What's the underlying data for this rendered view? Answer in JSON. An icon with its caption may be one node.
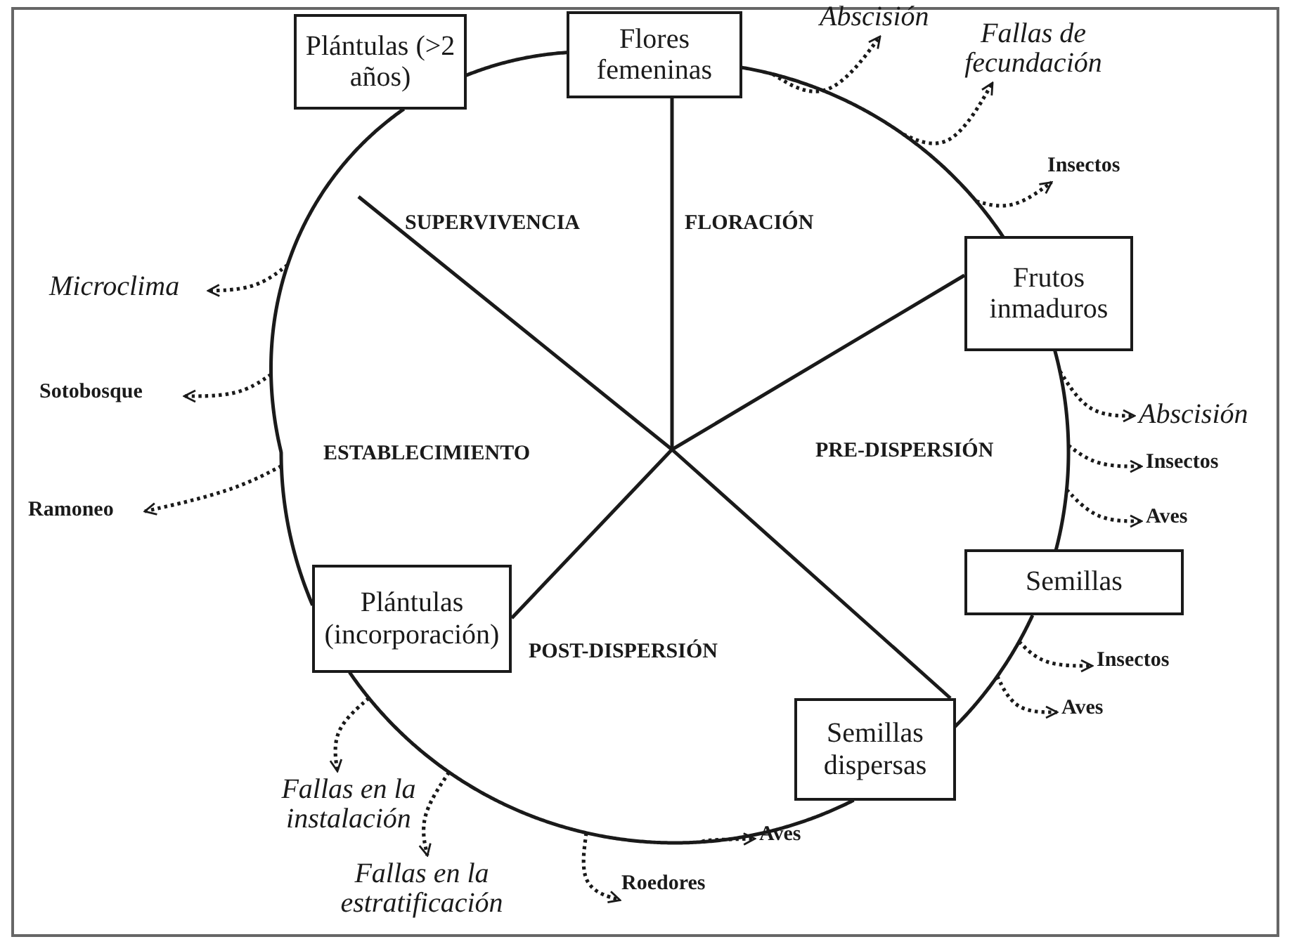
{
  "diagram": {
    "nodes": [
      {
        "text": [
          "Plántulas (>2 años)"
        ]
      },
      {
        "text": [
          "Flores femeninas"
        ]
      },
      {
        "text": [
          "Frutos inmaduros"
        ]
      },
      {
        "text": [
          "Semillas"
        ]
      },
      {
        "text": [
          "Semillas dispersas"
        ]
      },
      {
        "text": [
          "Plántulas (incorporación)"
        ]
      },
      {
        "text": [
          "Abscisión"
        ]
      },
      {
        "text": [
          "Fallas de fecundación"
        ]
      },
      {
        "text": [
          "Insectos"
        ]
      },
      {
        "text": [
          "Abscisión"
        ]
      },
      {
        "text": [
          "Insectos"
        ]
      },
      {
        "text": [
          "Aves"
        ]
      },
      {
        "text": [
          "Insectos"
        ]
      },
      {
        "text": [
          "Aves"
        ]
      },
      {
        "text": [
          "Aves"
        ]
      },
      {
        "text": [
          "Roedores"
        ]
      },
      {
        "text": [
          "Fallas en la estratificación"
        ]
      },
      {
        "text": [
          "Fallas en la instalación"
        ]
      },
      {
        "text": [
          "Ramoneo"
        ]
      },
      {
        "text": [
          "Sotobosque"
        ]
      },
      {
        "text": [
          "Microclima"
        ]
      }
    ],
    "edges": [
      {
        "from": 0,
        "to": 1,
        "arrow": "none"
      },
      {
        "from": 1,
        "to": 2,
        "arrow": "none"
      },
      {
        "from": 2,
        "to": 3,
        "arrow": "none"
      },
      {
        "from": 3,
        "to": 4,
        "arrow": "none"
      },
      {
        "from": 4,
        "to": 5,
        "arrow": "none"
      },
      {
        "from": 5,
        "to": 0,
        "arrow": "none"
      },
      {
        "from": null,
        "to": 6,
        "arrow": "to",
        "style": "dashed"
      },
      {
        "from": null,
        "to": 7,
        "arrow": "to",
        "style": "dashed"
      },
      {
        "from": null,
        "to": 8,
        "arrow": "to",
        "style": "dashed"
      },
      {
        "from": null,
        "to": 9,
        "arrow": "to",
        "style": "dashed"
      },
      {
        "from": null,
        "to": 10,
        "arrow": "to",
        "style": "dashed"
      },
      {
        "from": null,
        "to": 11,
        "arrow": "to",
        "style": "dashed"
      },
      {
        "from": null,
        "to": 12,
        "arrow": "to",
        "style": "dashed"
      },
      {
        "from": null,
        "to": 13,
        "arrow": "to",
        "style": "dashed"
      },
      {
        "from": null,
        "to": 14,
        "arrow": "to",
        "style": "dashed"
      },
      {
        "from": null,
        "to": 15,
        "arrow": "to",
        "style": "dashed"
      },
      {
        "from": null,
        "to": 16,
        "arrow": "to",
        "style": "dashed"
      },
      {
        "from": null,
        "to": 17,
        "arrow": "to",
        "style": "dashed"
      },
      {
        "from": null,
        "to": 18,
        "arrow": "to",
        "style": "dashed"
      },
      {
        "from": null,
        "to": 19,
        "arrow": "to",
        "style": "dashed"
      },
      {
        "from": null,
        "to": 20,
        "arrow": "to",
        "style": "dashed"
      }
    ],
    "labels": [
      "SUPERVIVENCIA",
      "FLORACIÓN",
      "ESTABLECIMIENTO",
      "PRE-DISPERSIÓN",
      "POST-DISPERSIÓN"
    ]
  }
}
